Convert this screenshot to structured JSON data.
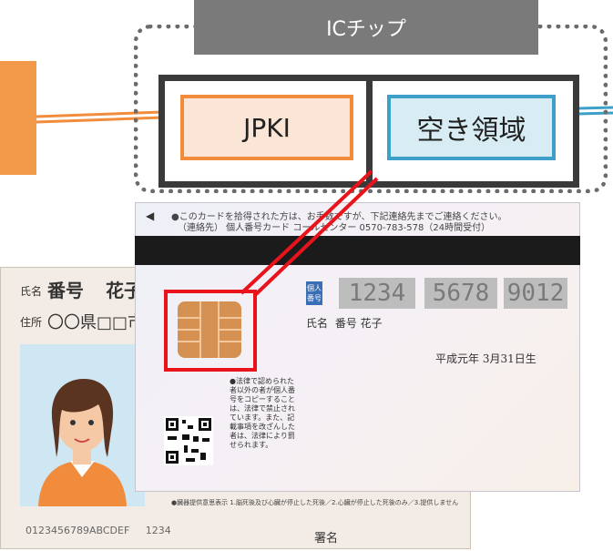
{
  "ic_chip": {
    "title": "ICチップ",
    "jpki_label": "JPKI",
    "free_area_label": "空き領域"
  },
  "back_card": {
    "name_label": "氏名",
    "name": "番号",
    "name_given": "花子",
    "address_label": "住所",
    "address": "〇〇県□□市",
    "card_code": "0123456789ABCDEF",
    "card_code_suffix": "1234",
    "signature_label": "署名"
  },
  "front_card": {
    "contact_line1": "●このカードを拾得された方は、お手数ですが、下記連絡先までご連絡ください。",
    "contact_line2": "（連絡先） 個人番号カード コールセンター 0570-783-578（24時間受付）",
    "badge_text": "個人番号",
    "number_groups": [
      "1234",
      "5678",
      "9012"
    ],
    "name_label": "氏名",
    "name": "番号 花子",
    "birth_date": "平成元年 3月31日生",
    "warning_text": "●法律で認められた者以外の者が個人番号をコピーすることは、法律で禁止されています。また、記載事項を改ざんした者は、法律により罰せられます。",
    "organ_donation_text": "●臓器提供意思表示 1.脳死後及び心臓が停止した死後／2.心臓が停止した死後のみ／3.提供しません"
  },
  "colors": {
    "orange": "#f08c3c",
    "blue": "#3ea0c9",
    "red": "#e8131b",
    "gray": "#7a7a7a"
  }
}
